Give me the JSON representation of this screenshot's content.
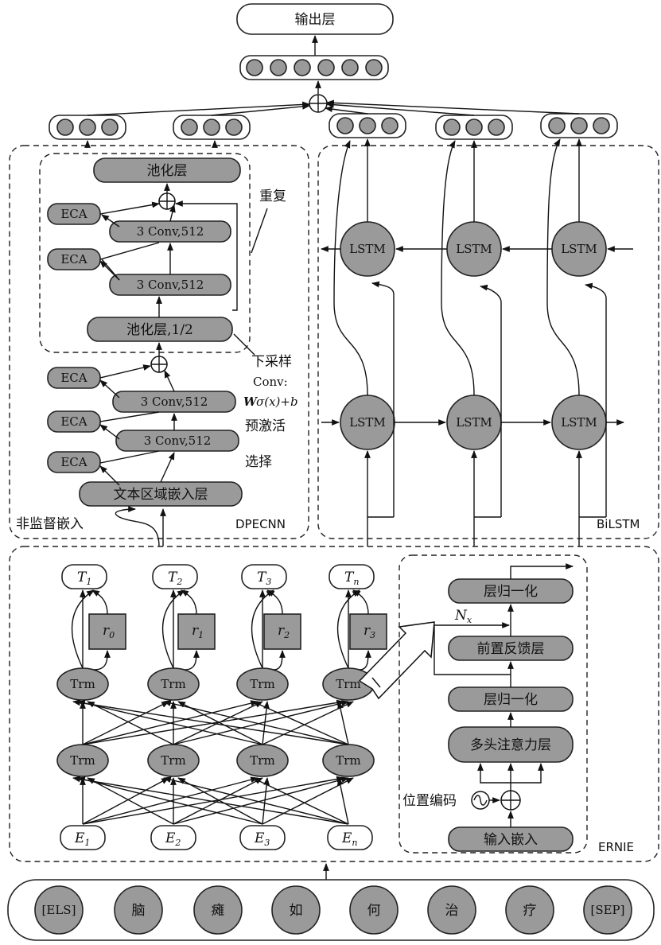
{
  "output_layer": "输出层",
  "dpecnn": {
    "region_label": "DPECNN",
    "pool_top": "池化层",
    "pool_half": "池化层,1/2",
    "conv_label": "3  Conv,512",
    "eca_label": "ECA",
    "region_embed": "文本区域嵌入层",
    "unsupervised": "非监督嵌入",
    "annot_repeat": "重复",
    "annot_downsample": "下采样",
    "annot_conv": "Conv:",
    "annot_formula": "σ(x)+b",
    "annot_formula_w": "W",
    "annot_preact": "预激活",
    "annot_select": "选择"
  },
  "bilstm": {
    "region_label": "BiLSTM",
    "cell_label": "LSTM"
  },
  "ernie": {
    "region_label": "ERNIE",
    "trm_label": "Trm",
    "outputs": [
      {
        "base": "T",
        "sub": "1"
      },
      {
        "base": "T",
        "sub": "2"
      },
      {
        "base": "T",
        "sub": "3"
      },
      {
        "base": "T",
        "sub": "n"
      }
    ],
    "r_labels": [
      {
        "base": "r",
        "sub": "0"
      },
      {
        "base": "r",
        "sub": "1"
      },
      {
        "base": "r",
        "sub": "2"
      },
      {
        "base": "r",
        "sub": "3"
      }
    ],
    "embeddings": [
      {
        "base": "E",
        "sub": "1"
      },
      {
        "base": "E",
        "sub": "2"
      },
      {
        "base": "E",
        "sub": "3"
      },
      {
        "base": "E",
        "sub": "n"
      }
    ],
    "detail": {
      "layer_norm_top": "层归一化",
      "nx_base": "N",
      "nx_sub": "x",
      "feed_forward": "前置反馈层",
      "layer_norm_bottom": "层归一化",
      "attention": "多头注意力层",
      "position_encoding": "位置编码",
      "input_embedding": "输入嵌入"
    }
  },
  "tokens": [
    "[ELS]",
    "脑",
    "瘫",
    "如",
    "何",
    "治",
    "疗",
    "[SEP]"
  ]
}
